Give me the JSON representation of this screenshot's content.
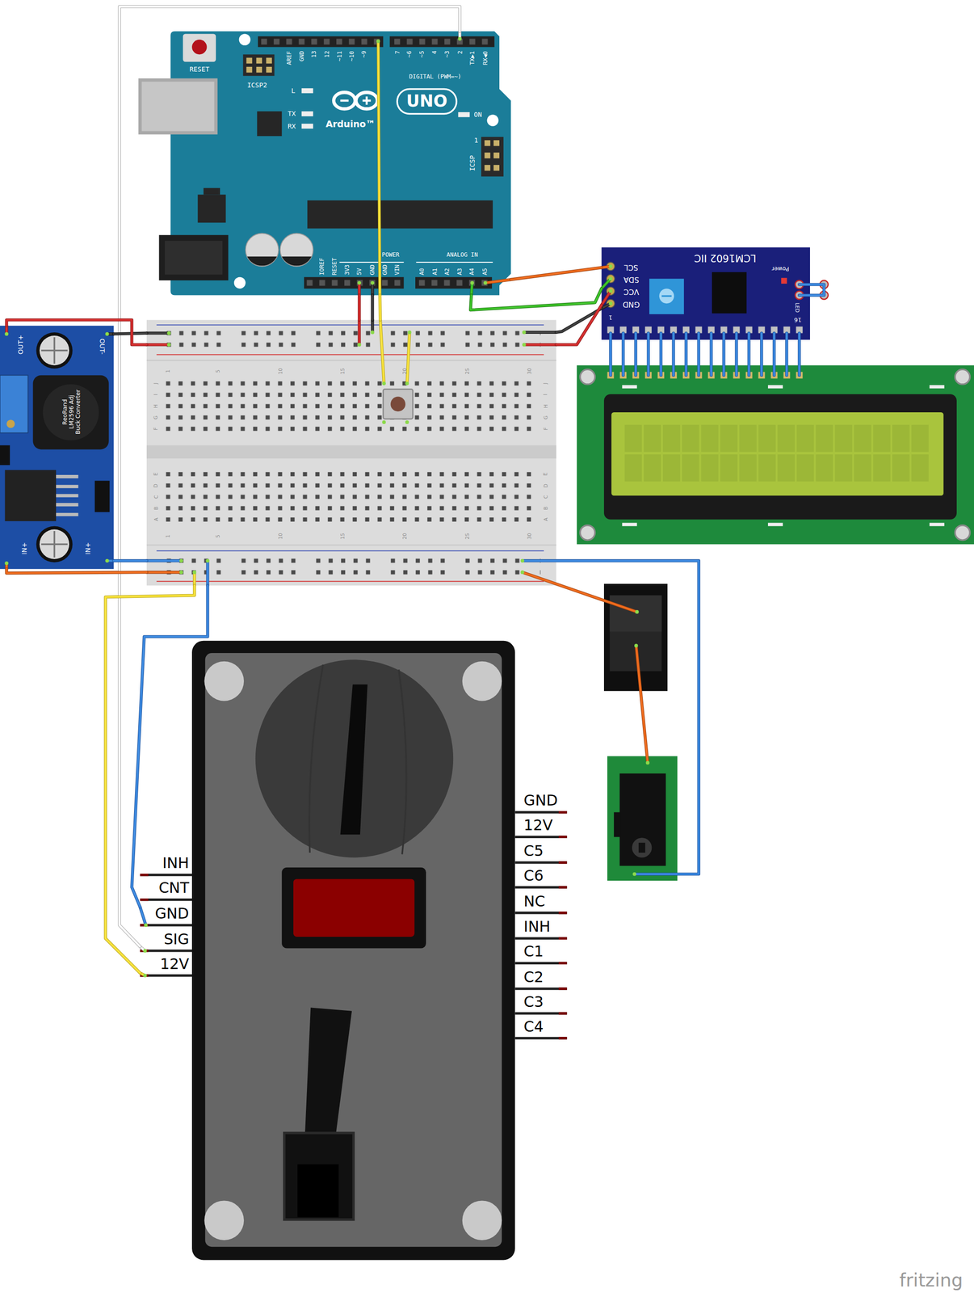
{
  "diagram": {
    "nodes": [
      {
        "text": [
          "RESET",
          "ICSP2",
          "AREF",
          "GND",
          "13",
          "12",
          "~11",
          "~10",
          "~9",
          "7",
          "~6",
          "~5",
          "4",
          "~3",
          "2",
          "TX▶1",
          "RX◀0",
          "DIGITAL (PWM=~)",
          "L",
          "TX",
          "RX",
          "UNO",
          "Arduino™",
          "ON",
          "ICSP",
          "1",
          "POWER",
          "ANALOG IN",
          "IOREF",
          "RESET",
          "3V3",
          "5V",
          "GND",
          "GND",
          "VIN",
          "A0",
          "A1",
          "A2",
          "A3",
          "A4",
          "A5"
        ]
      },
      {
        "text": [
          "LCM1602 IIC",
          "Power",
          "SCL",
          "SDA",
          "VCC",
          "GND",
          "LED",
          "1",
          "16"
        ]
      },
      {
        "text": [
          "OUT+",
          "OUT-",
          "ReoRand LM2596 Adj Buck Converter",
          "IN+",
          "IN+"
        ]
      },
      {
        "text": [
          "1",
          "5",
          "10",
          "15",
          "20",
          "25",
          "30",
          "J",
          "I",
          "H",
          "G",
          "F",
          "J",
          "I",
          "H",
          "G",
          "F",
          "E",
          "D",
          "C",
          "B",
          "A",
          "E",
          "D",
          "C",
          "B",
          "A",
          "1",
          "5",
          "10",
          "15",
          "20",
          "25",
          "30"
        ]
      },
      {
        "text": [
          "INH",
          "CNT",
          "GND",
          "SIG",
          "12V",
          "GND",
          "12V",
          "C5",
          "C6",
          "NC",
          "INH",
          "C1",
          "C2",
          "C3",
          "C4"
        ]
      }
    ],
    "edges": [
      {
        "from": 0,
        "to": 1,
        "arrow": "none"
      },
      {
        "from": 0,
        "to": 1,
        "arrow": "none"
      },
      {
        "from": 0,
        "to": 3,
        "arrow": "none"
      },
      {
        "from": 0,
        "to": 3,
        "arrow": "none"
      },
      {
        "from": 0,
        "to": 3,
        "arrow": "none"
      },
      {
        "from": 0,
        "to": 4,
        "arrow": "none"
      },
      {
        "from": 2,
        "to": 3,
        "arrow": "none"
      },
      {
        "from": 2,
        "to": 3,
        "arrow": "none"
      },
      {
        "from": 1,
        "to": 3,
        "arrow": "none"
      },
      {
        "from": 1,
        "to": 3,
        "arrow": "none"
      },
      {
        "from": 2,
        "to": 3,
        "arrow": "none"
      },
      {
        "from": 2,
        "to": 3,
        "arrow": "none"
      },
      {
        "from": 3,
        "to": 4,
        "arrow": "none"
      },
      {
        "from": 3,
        "to": 4,
        "arrow": "none"
      }
    ],
    "labels": [
      "fritzing"
    ]
  }
}
